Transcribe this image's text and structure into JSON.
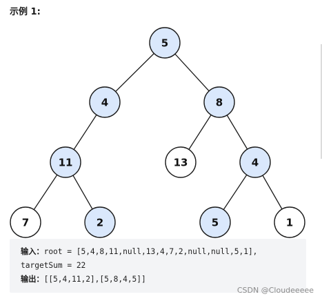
{
  "heading": "示例 1:",
  "tree": {
    "nodes": [
      {
        "id": "n5",
        "value": "5",
        "highlighted": true
      },
      {
        "id": "n4a",
        "value": "4",
        "highlighted": true
      },
      {
        "id": "n8",
        "value": "8",
        "highlighted": true
      },
      {
        "id": "n11",
        "value": "11",
        "highlighted": true
      },
      {
        "id": "n13",
        "value": "13",
        "highlighted": false
      },
      {
        "id": "n4b",
        "value": "4",
        "highlighted": true
      },
      {
        "id": "n7",
        "value": "7",
        "highlighted": false
      },
      {
        "id": "n2",
        "value": "2",
        "highlighted": true
      },
      {
        "id": "n5b",
        "value": "5",
        "highlighted": true
      },
      {
        "id": "n1",
        "value": "1",
        "highlighted": false
      }
    ],
    "highlight_fill": "#dae8fc",
    "plain_fill": "#ffffff"
  },
  "example": {
    "input_label": "输入：",
    "input_line1": "root = [5,4,8,11,null,13,4,7,2,null,null,5,1],",
    "input_line2": "targetSum = 22",
    "output_label": "输出：",
    "output_value": "[[5,4,11,2],[5,8,4,5]]"
  },
  "watermark": "CSDN @Cloudeeeee"
}
